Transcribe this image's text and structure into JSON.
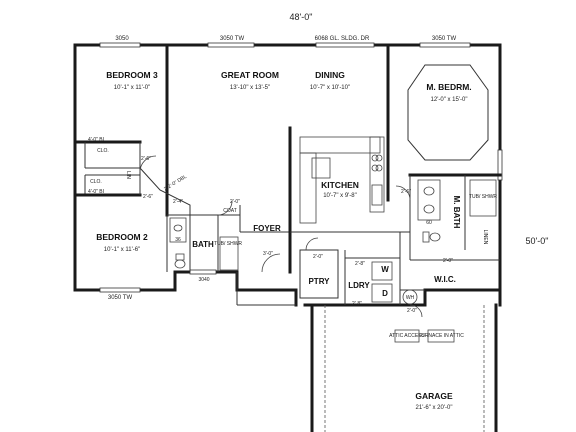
{
  "overall": {
    "width": "48'-0\"",
    "depth": "50'-0\""
  },
  "openings_top": {
    "left": "3050",
    "mid": "3050 TW",
    "slider": "6068 GL. SLDG. DR",
    "right": "3050 TW"
  },
  "openings_bottom": {
    "bath_window": "3040",
    "bedroom2_window": "3050 TW"
  },
  "rooms": {
    "bedroom3": {
      "name": "BEDROOM 3",
      "size": "10'-1\" x 11'-0\""
    },
    "great_room": {
      "name": "GREAT ROOM",
      "size": "13'-10\" x 13'-5\""
    },
    "dining": {
      "name": "DINING",
      "size": "10'-7\" x 10'-10\""
    },
    "master_bedroom": {
      "name": "M. BEDRM.",
      "size": "12'-0\" x 15'-0\""
    },
    "kitchen": {
      "name": "KITCHEN",
      "size": "10'-7\" x 9'-8\""
    },
    "bedroom2": {
      "name": "BEDROOM 2",
      "size": "10'-1\" x 11'-6\""
    },
    "bath": {
      "name": "BATH"
    },
    "foyer": {
      "name": "FOYER"
    },
    "pantry": {
      "name": "PTRY"
    },
    "laundry": {
      "name": "LDRY"
    },
    "master_bath": {
      "name": "M. BATH"
    },
    "wic": {
      "name": "W.I.C."
    },
    "garage": {
      "name": "GARAGE",
      "size": "21'-6\" x 20'-0\""
    }
  },
  "labels": {
    "closet": "CLO.",
    "coat": "COAT",
    "linen": "LIN",
    "linen_mb": "LINEN",
    "tub_shwr": "TUB/ SHWR",
    "attic_access": "ATTIC ACCESS",
    "furnace": "FURNACE IN ATTIC",
    "washer": "W",
    "dryer": "D",
    "water_heater": "WH",
    "lav36": "36",
    "lav60": "60"
  },
  "door_sizes": {
    "d_2_6": "2'-6\"",
    "d_2_0": "2'-0\"",
    "d_2_4": "2'-4\"",
    "d_2_8": "2'-8\"",
    "d_3_0": "3'-0\"",
    "d_4_0_bi": "4'-0\" BI",
    "d_2_2_0_dbl": "2-2'-0\" DBL"
  }
}
